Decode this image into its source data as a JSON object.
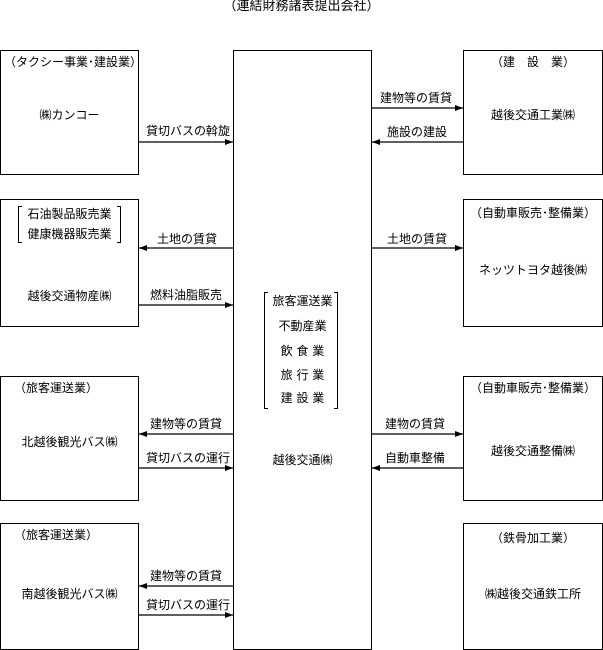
{
  "title": "（連結財務諸表提出会社）",
  "center": {
    "name": "越後交通㈱",
    "businesses": [
      "旅客運送業",
      "不動産業",
      "飲 食 業",
      "旅 行 業",
      "建 設 業"
    ]
  },
  "left": [
    {
      "category": "（タクシー事業･建設業）",
      "name": "㈱カンコー",
      "flows": [
        {
          "label": "貸切バスの斡旋",
          "direction": "to-center"
        }
      ]
    },
    {
      "category_lines": [
        "石油製品販売業",
        "健康機器販売業"
      ],
      "name": "越後交通物産㈱",
      "flows": [
        {
          "label": "土地の賃貸",
          "direction": "from-center"
        },
        {
          "label": "燃料油脂販売",
          "direction": "to-center"
        }
      ]
    },
    {
      "category": "（旅客運送業）",
      "name": "北越後観光バス㈱",
      "flows": [
        {
          "label": "建物等の賃貸",
          "direction": "from-center"
        },
        {
          "label": "貸切バスの運行",
          "direction": "to-center"
        }
      ]
    },
    {
      "category": "（旅客運送業）",
      "name": "南越後観光バス㈱",
      "flows": [
        {
          "label": "建物等の賃貸",
          "direction": "from-center"
        },
        {
          "label": "貸切バスの運行",
          "direction": "to-center"
        }
      ]
    }
  ],
  "right": [
    {
      "category": "（建　設　業）",
      "name": "越後交通工業㈱",
      "flows": [
        {
          "label": "建物等の賃貸",
          "direction": "from-center"
        },
        {
          "label": "施設の建設",
          "direction": "to-center"
        }
      ]
    },
    {
      "category": "（自動車販売･整備業）",
      "name": "ネッツトヨタ越後㈱",
      "flows": [
        {
          "label": "土地の賃貸",
          "direction": "from-center"
        }
      ]
    },
    {
      "category": "（自動車販売･整備業）",
      "name": "越後交通整備㈱",
      "flows": [
        {
          "label": "建物の賃貸",
          "direction": "from-center"
        },
        {
          "label": "自動車整備",
          "direction": "to-center"
        }
      ]
    },
    {
      "category": "（鉄骨加工業）",
      "name": "㈱越後交通鉄工所",
      "flows": []
    }
  ]
}
